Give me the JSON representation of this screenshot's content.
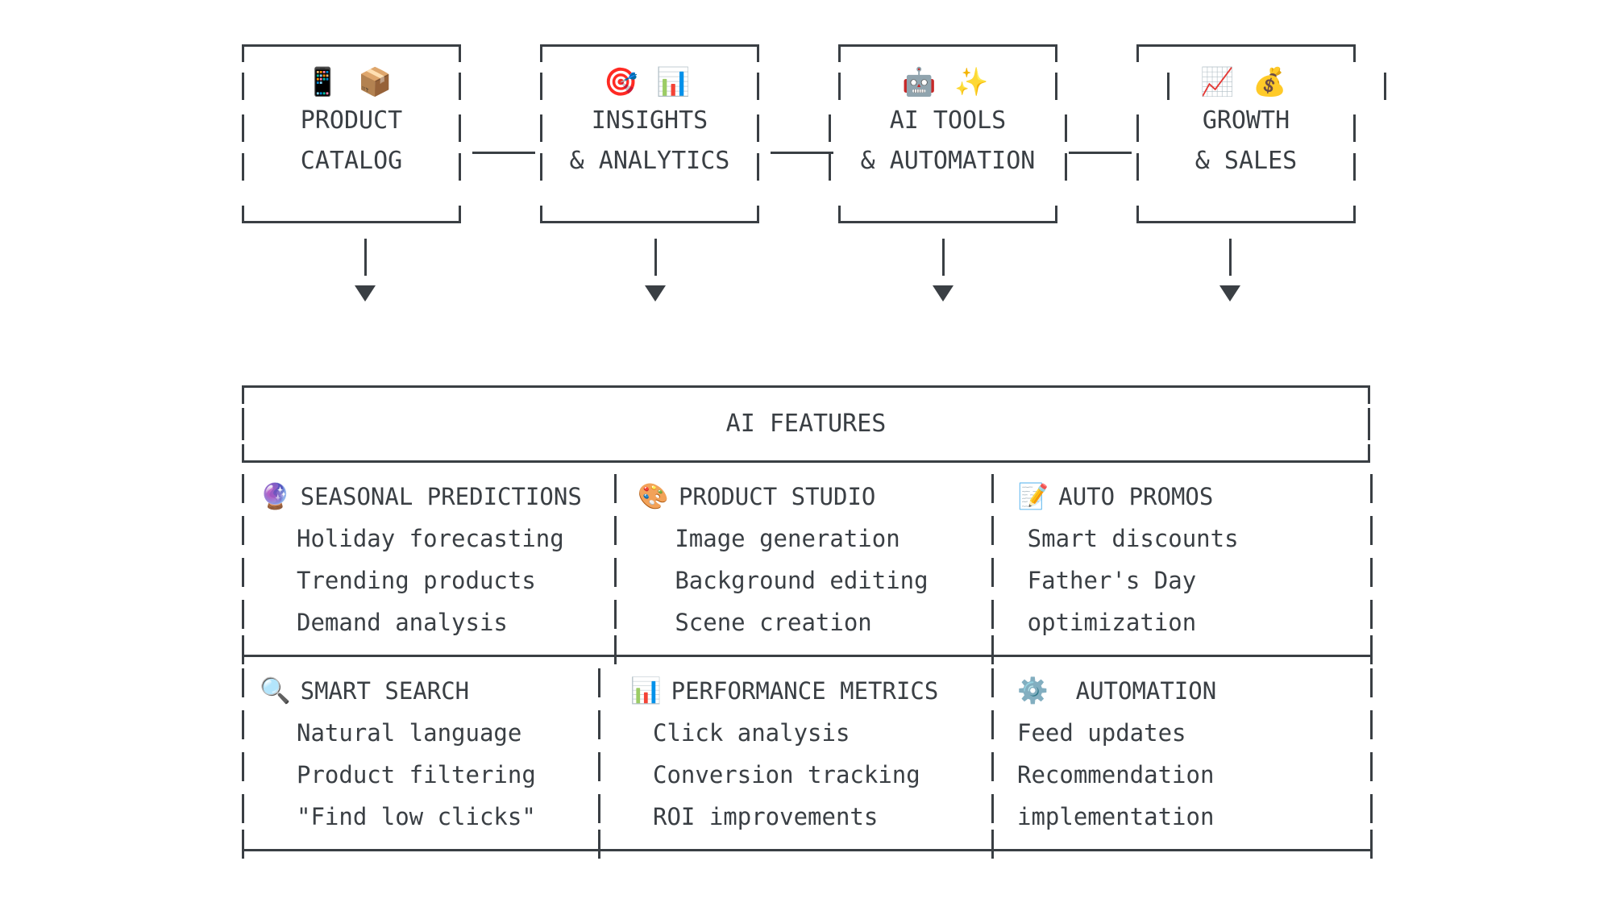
{
  "pipeline": {
    "connector_label": "—",
    "boxes": [
      {
        "id": "product-catalog",
        "icons": "📱 📦",
        "line1": "PRODUCT",
        "line2": "CATALOG"
      },
      {
        "id": "insights-analytics",
        "icons": "🎯 📊",
        "line1": "INSIGHTS",
        "line2": "& ANALYTICS"
      },
      {
        "id": "ai-tools-automation",
        "icons": "🤖 ✨",
        "line1": "AI TOOLS",
        "line2": "& AUTOMATION"
      },
      {
        "id": "growth-sales",
        "icons": "📈 💰",
        "line1": "GROWTH",
        "line2": "& SALES"
      }
    ]
  },
  "panel": {
    "title": "AI FEATURES",
    "rows": [
      [
        {
          "id": "seasonal-predictions",
          "icon": "🔮",
          "heading": "SEASONAL PREDICTIONS",
          "items": [
            "Holiday forecasting",
            "Trending products",
            "Demand analysis"
          ]
        },
        {
          "id": "product-studio",
          "icon": "🎨",
          "heading": "PRODUCT STUDIO",
          "items": [
            "Image generation",
            "Background editing",
            "Scene creation"
          ]
        },
        {
          "id": "auto-promos",
          "icon": "📝",
          "heading": "AUTO PROMOS",
          "items": [
            "Smart discounts",
            "Father's Day",
            "optimization"
          ]
        }
      ],
      [
        {
          "id": "smart-search",
          "icon": "🔍",
          "heading": "SMART SEARCH",
          "items": [
            "Natural language",
            "Product filtering",
            "\"Find low clicks\""
          ]
        },
        {
          "id": "performance-metrics",
          "icon": "📊",
          "heading": "PERFORMANCE METRICS",
          "items": [
            "Click analysis",
            "Conversion tracking",
            "ROI improvements"
          ]
        },
        {
          "id": "automation",
          "icon": "⚙️",
          "heading": "AUTOMATION",
          "items": [
            "Feed updates",
            "Recommendation",
            "implementation"
          ]
        }
      ]
    ]
  },
  "colors": {
    "stroke": "#3a3f44",
    "text": "#3a3f44",
    "background": "#ffffff"
  }
}
